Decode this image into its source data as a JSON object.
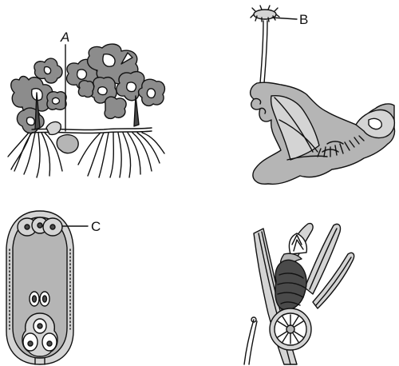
{
  "labels": {
    "a": "A",
    "b": "B",
    "c": "C"
  },
  "panels": [
    {
      "id": "top-left",
      "label_key": "a"
    },
    {
      "id": "top-right",
      "label_key": "b"
    },
    {
      "id": "bottom-left",
      "label_key": "c"
    },
    {
      "id": "bottom-right",
      "label_key": null
    }
  ]
}
